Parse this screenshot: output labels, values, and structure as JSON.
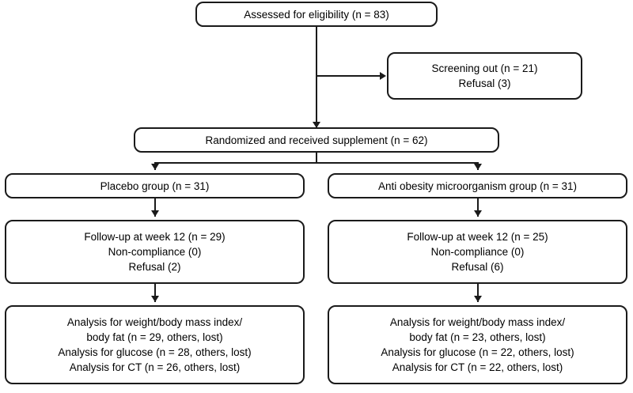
{
  "diagram": {
    "type": "consort-flow-diagram",
    "nodes": {
      "assessed": {
        "lines": [
          "Assessed for eligibility (n = 83)"
        ]
      },
      "screening_out": {
        "lines": [
          "Screening out (n = 21)",
          "Refusal (3)"
        ]
      },
      "randomized": {
        "lines": [
          "Randomized and received supplement (n = 62)"
        ]
      },
      "placebo_group": {
        "lines": [
          "Placebo group (n = 31)"
        ]
      },
      "treatment_group": {
        "lines": [
          "Anti obesity microorganism group (n = 31)"
        ]
      },
      "placebo_followup": {
        "lines": [
          "Follow-up at week 12 (n = 29)",
          "Non-compliance (0)",
          "Refusal (2)"
        ]
      },
      "treatment_followup": {
        "lines": [
          "Follow-up at week 12 (n = 25)",
          "Non-compliance (0)",
          "Refusal (6)"
        ]
      },
      "placebo_analysis": {
        "lines": [
          "Analysis for weight/body mass index/",
          "body fat (n = 29, others, lost)",
          "Analysis for glucose (n = 28, others, lost)",
          "Analysis for CT (n = 26, others, lost)"
        ]
      },
      "treatment_analysis": {
        "lines": [
          "Analysis for weight/body mass index/",
          "body fat (n = 23, others, lost)",
          "Analysis for glucose (n = 22, others, lost)",
          "Analysis for CT (n = 22, others, lost)"
        ]
      }
    },
    "colors": {
      "stroke": "#1a1a1a",
      "background": "#ffffff",
      "text": "#000000"
    }
  }
}
